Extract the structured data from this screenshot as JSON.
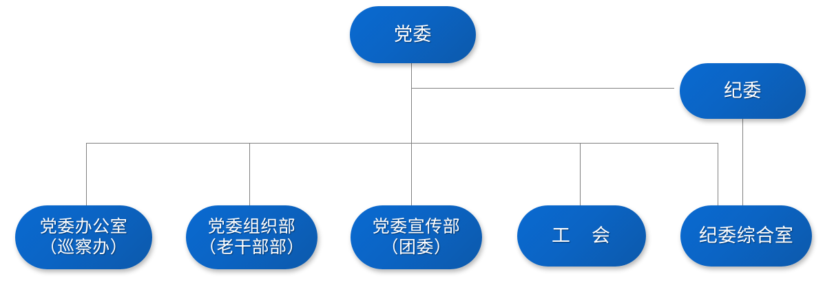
{
  "chart_data": {
    "type": "diagram",
    "diagram_kind": "organizational-chart",
    "title": "",
    "orientation": "top-down",
    "colors": {
      "node_gradient_start": "#0a6ad1",
      "node_gradient_end": "#0c59ab",
      "node_text": "#ffffff",
      "connector": "#7f7f7f",
      "background": "#ffffff"
    },
    "nodes": [
      {
        "id": "party-committee",
        "label_lines": [
          "党委"
        ],
        "level": 0
      },
      {
        "id": "discipline-commission",
        "label_lines": [
          "纪委"
        ],
        "level": 1
      },
      {
        "id": "party-committee-office",
        "label_lines": [
          "党委办公室",
          "（巡察办）"
        ],
        "level": 2
      },
      {
        "id": "organization-department",
        "label_lines": [
          "党委组织部",
          "（老干部部）"
        ],
        "level": 2
      },
      {
        "id": "propaganda-department",
        "label_lines": [
          "党委宣传部",
          "（团委）"
        ],
        "level": 2
      },
      {
        "id": "labor-union",
        "label_lines": [
          "工　会"
        ],
        "level": 2
      },
      {
        "id": "discipline-general-office",
        "label_lines": [
          "纪委综合室"
        ],
        "level": 2
      }
    ],
    "edges": [
      {
        "from": "party-committee",
        "to": "discipline-commission"
      },
      {
        "from": "party-committee",
        "to": "party-committee-office"
      },
      {
        "from": "party-committee",
        "to": "organization-department"
      },
      {
        "from": "party-committee",
        "to": "propaganda-department"
      },
      {
        "from": "party-committee",
        "to": "labor-union"
      },
      {
        "from": "party-committee",
        "to": "discipline-general-office"
      },
      {
        "from": "discipline-commission",
        "to": "discipline-general-office"
      }
    ]
  },
  "nodes": {
    "party_committee": {
      "line1": "党委"
    },
    "discipline_commission": {
      "line1": "纪委"
    },
    "party_committee_office": {
      "line1": "党委办公室",
      "line2": "（巡察办）"
    },
    "organization_department": {
      "line1": "党委组织部",
      "line2": "（老干部部）"
    },
    "propaganda_department": {
      "line1": "党委宣传部",
      "line2": "（团委）"
    },
    "labor_union": {
      "line1": "工　会"
    },
    "discipline_general_office": {
      "line1": "纪委综合室"
    }
  }
}
